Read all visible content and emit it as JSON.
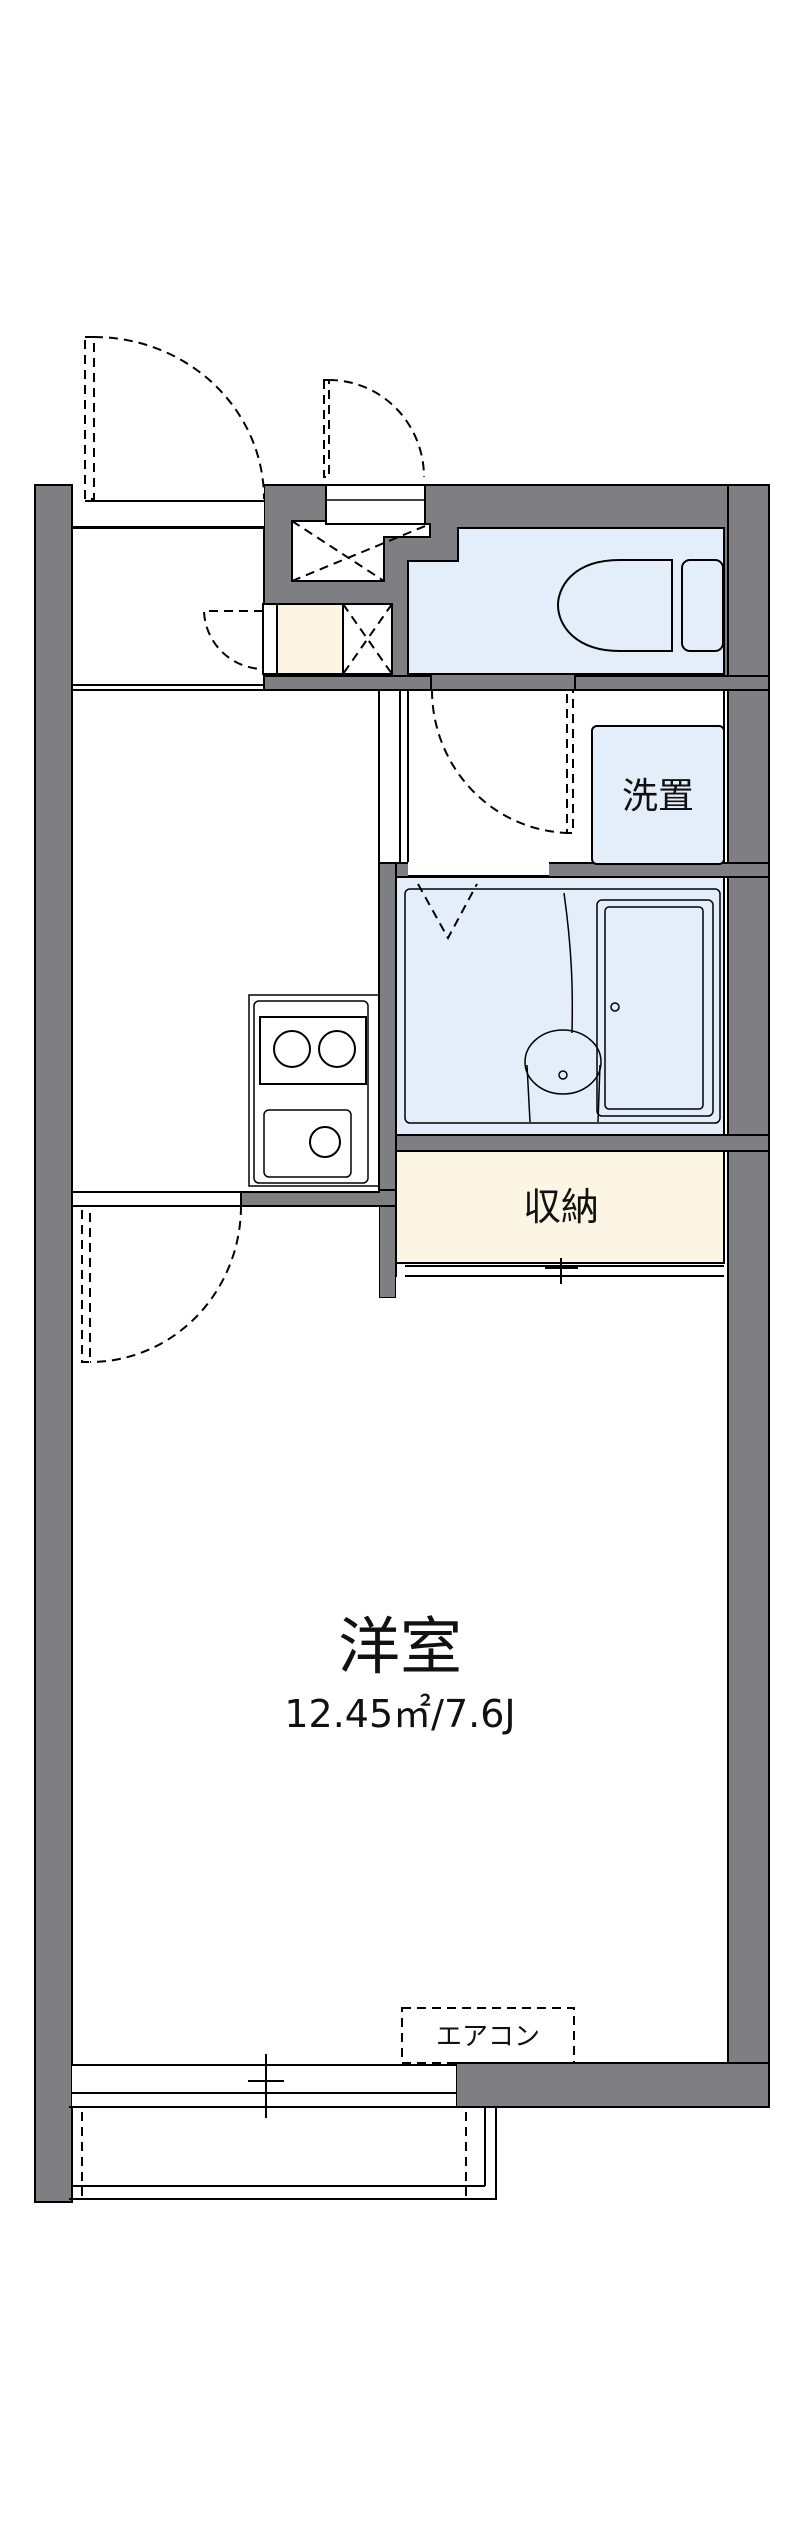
{
  "floorplan": {
    "rooms": {
      "western_room": {
        "name": "洋室",
        "area": "12.45㎡/7.6J"
      },
      "storage": {
        "name": "収納"
      },
      "washer_space": {
        "name": "洗置"
      },
      "air_conditioner": {
        "name": "エアコン"
      }
    },
    "colors": {
      "wall": "#7f7f83",
      "wet_area": "#e4eefb",
      "storage": "#fdf5e4"
    }
  }
}
